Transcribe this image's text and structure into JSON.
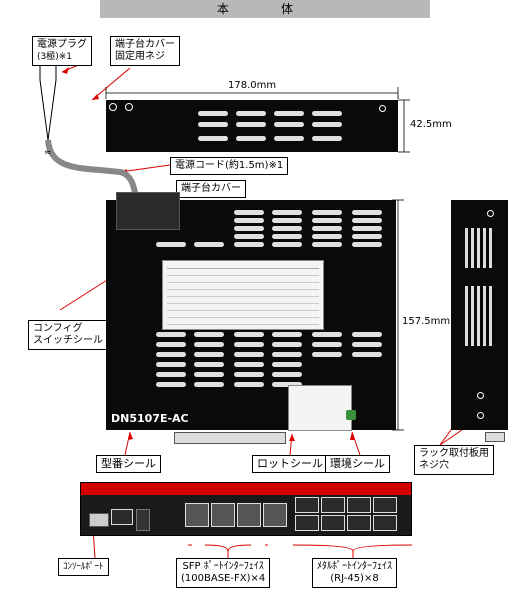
{
  "header": {
    "title": "本　体"
  },
  "labels": {
    "power_plug": "電源プラグ",
    "power_plug_sub": "(3極)※1",
    "terminal_cover_screw_1": "端子台カバー",
    "terminal_cover_screw_2": "固定用ネジ",
    "power_cord": "電源コード(約1.5m)※1",
    "terminal_cover": "端子台カバー",
    "config_switch_1": "コンフィグ",
    "config_switch_2": "スイッチシール",
    "model_seal": "型番シール",
    "lot_seal": "ロットシール",
    "env_seal": "環境シール",
    "rack_screw_1": "ラック取付板用",
    "rack_screw_2": "ネジ穴",
    "console_port": "ｺﾝｿｰﾙﾎﾟｰﾄ",
    "sfp_port_1": "SFP ﾎﾟｰﾄｲﾝﾀｰﾌｪｲｽ",
    "sfp_port_2": "(100BASE-FX)×4",
    "metal_port_1": "ﾒﾀﾙﾎﾟｰﾄｲﾝﾀｰﾌｪｲｽ",
    "metal_port_2": "(RJ-45)×8"
  },
  "dimensions": {
    "width": "178.0mm",
    "depth": "42.5mm",
    "height": "157.5mm"
  },
  "device": {
    "model": "DN5107E-AC"
  }
}
